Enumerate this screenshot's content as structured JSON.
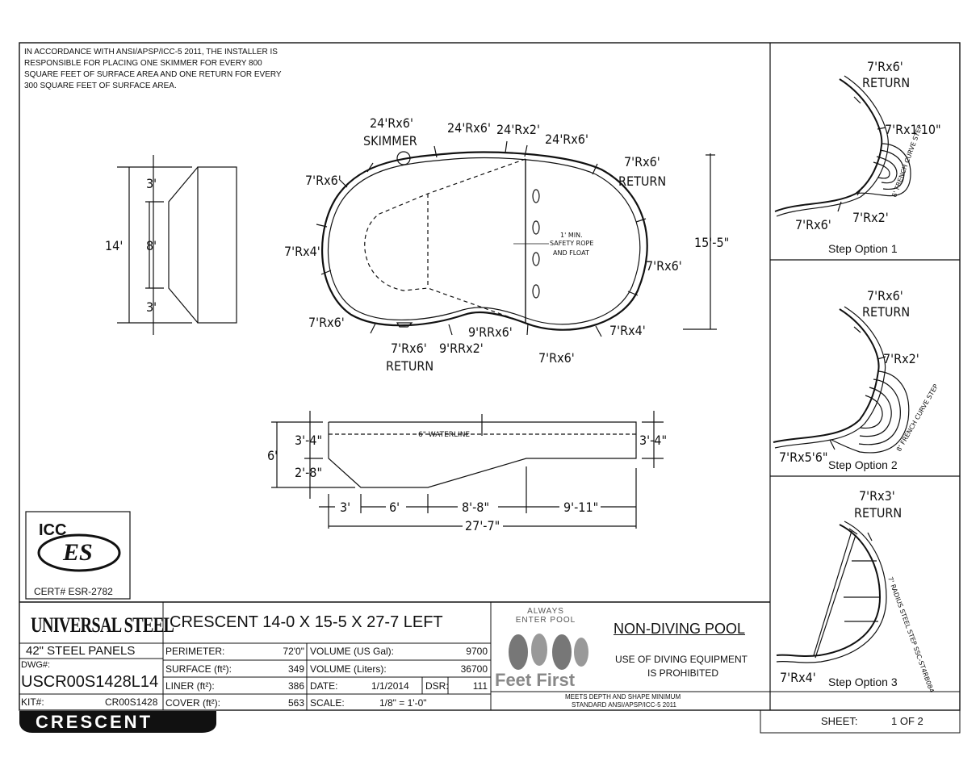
{
  "note": "IN ACCORDANCE WITH ANSI/APSP/ICC-5 2011, THE INSTALLER IS RESPONSIBLE FOR PLACING ONE SKIMMER FOR EVERY 800 SQUARE FEET OF SURFACE AREA AND ONE RETURN FOR EVERY 300 SQUARE FEET OF SURFACE AREA.",
  "left_section": {
    "total": "14'",
    "top": "3'",
    "mid": "8'",
    "bottom": "3'"
  },
  "plan": {
    "skimmer": [
      "24'Rx6'",
      "SKIMMER"
    ],
    "top1": "24'Rx6'",
    "top2": "24'Rx2'",
    "top3": "24'Rx6'",
    "right_return": [
      "7'Rx6'",
      "RETURN"
    ],
    "left1": "7'Rx6'",
    "left2": "7'Rx4'",
    "left3": "7'Rx6'",
    "bottom_return": [
      "7'Rx6'",
      "RETURN"
    ],
    "b2": "9'RRx2'",
    "b3": "9'RRx6'",
    "b4": "7'Rx6'",
    "b5": "7'Rx4'",
    "right1": "7'Rx6'",
    "width": "15'-5\"",
    "safety": [
      "1' MIN.",
      "SAFETY ROPE",
      "AND FLOAT"
    ]
  },
  "profile": {
    "depth": "6'",
    "shallow_top": "3'-4\"",
    "shallow_bottom": "2'-8\"",
    "deep_right": "3'-4\"",
    "waterline": "6\" WATERLINE",
    "seg1": "3'",
    "seg2": "6'",
    "seg3": "8'-8\"",
    "seg4": "9'-11\"",
    "length": "27'-7\""
  },
  "steps": [
    {
      "title": "Step Option 1",
      "labels": [
        "7'Rx6'",
        "RETURN",
        "7'Rx1'10\"",
        "7'Rx6'",
        "7'Rx2'"
      ],
      "tag": "6' FRENCH CURVE STEP"
    },
    {
      "title": "Step Option 2",
      "labels": [
        "7'Rx6'",
        "RETURN",
        "7'Rx2'",
        "7'Rx5'6\""
      ],
      "tag": "8' FRENCH CURVE STEP"
    },
    {
      "title": "Step Option 3",
      "labels": [
        "7'Rx3'",
        "RETURN",
        "7'Rx4'"
      ],
      "tag": "7' RADIUS STEEL STEP SSC-ST4RB084"
    }
  ],
  "cert": {
    "logo_top": "ICC",
    "logo": "ES",
    "text": "CERT# ESR-2782"
  },
  "titleblock": {
    "brand": "UNIVERSAL STEEL",
    "panels": "42\"  STEEL PANELS",
    "dwg_label": "DWG#:",
    "dwg": "USCR00S1428L14",
    "kit_label": "KIT#:",
    "kit": "CR00S1428",
    "series": "CRESCENT",
    "title": "CRESCENT 14-0 X 15-5 X 27-7 LEFT",
    "perimeter_label": "PERIMETER:",
    "perimeter": "72'0\"",
    "surface_label": "SURFACE (ft²):",
    "surface": "349",
    "liner_label": "LINER (ft²):",
    "liner": "386",
    "cover_label": "COVER (ft²):",
    "cover": "563",
    "vol_gal_label": "VOLUME (US Gal):",
    "vol_gal": "9700",
    "vol_l_label": "VOLUME (Liters):",
    "vol_l": "36700",
    "date_label": "DATE:",
    "date": "1/1/2014",
    "dsr_label": "DSR:",
    "dsr": "111",
    "scale_label": "SCALE:",
    "scale": "1/8\" = 1'-0\"",
    "badge_top": "ALWAYS ENTER POOL",
    "badge_bottom": "Feet First",
    "nondiving": "NON-DIVING POOL",
    "warning": [
      "USE OF DIVING EQUIPMENT",
      "IS PROHIBITED"
    ],
    "standard": [
      "MEETS DEPTH AND SHAPE MINIMUM",
      "STANDARD ANSI/APSP/ICC-5 2011"
    ],
    "sheet_label": "SHEET:",
    "sheet": "1 OF 2"
  }
}
